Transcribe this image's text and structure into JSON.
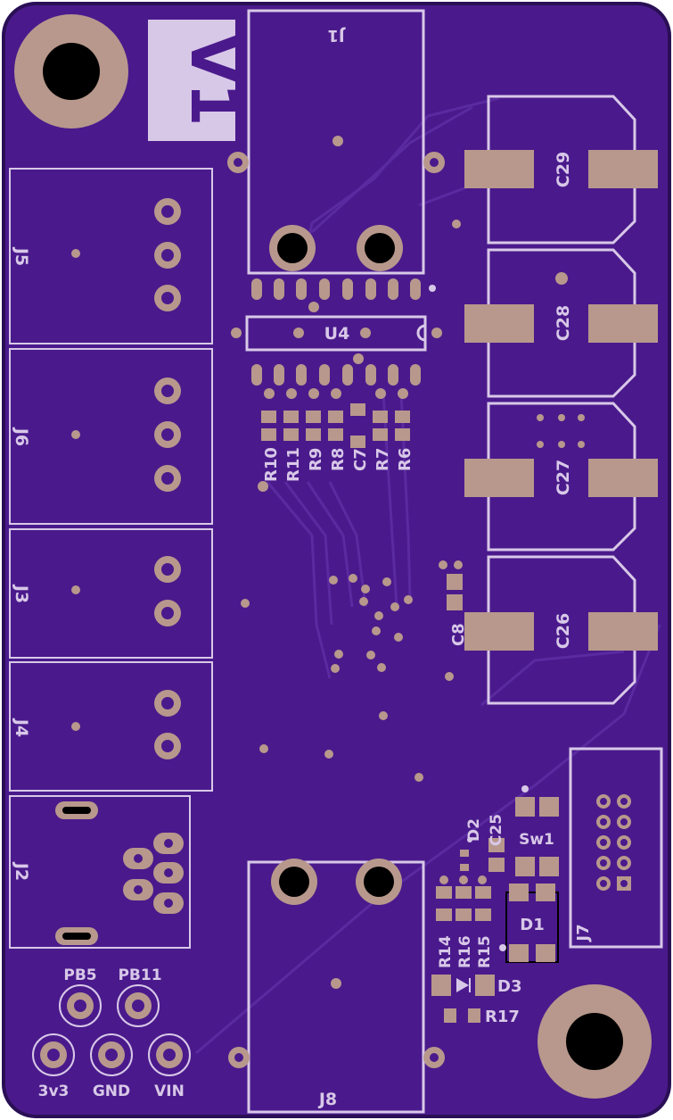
{
  "board": {
    "version_mark": "V1",
    "colors": {
      "board": "#4a1a8c",
      "board_edge": "#2a0f55",
      "silkscreen": "#d8c8e8",
      "pad": "#b8988c",
      "hole": "#000000",
      "trace": "#5a2aa0"
    }
  },
  "connectors": {
    "j1": "J1",
    "j2": "J2",
    "j3": "J3",
    "j4": "J4",
    "j5": "J5",
    "j6": "J6",
    "j7": "J7",
    "j8": "J8"
  },
  "ic": {
    "u4": "U4"
  },
  "resistors": {
    "r10": "R10",
    "r11": "R11",
    "r9": "R9",
    "r8": "R8",
    "r7": "R7",
    "r6": "R6",
    "r14": "R14",
    "r16": "R16",
    "r15": "R15",
    "r17": "R17"
  },
  "capacitors": {
    "c7": "C7",
    "c8": "C8",
    "c25": "C25",
    "c26": "C26",
    "c27": "C27",
    "c28": "C28",
    "c29": "C29"
  },
  "diodes": {
    "d1": "D1",
    "d2": "D2",
    "d3": "D3"
  },
  "switch": {
    "sw1": "Sw1"
  },
  "header_pins": {
    "pb5": "PB5",
    "pb11": "PB11",
    "v3": "3v3",
    "gnd": "GND",
    "vin": "VIN"
  }
}
